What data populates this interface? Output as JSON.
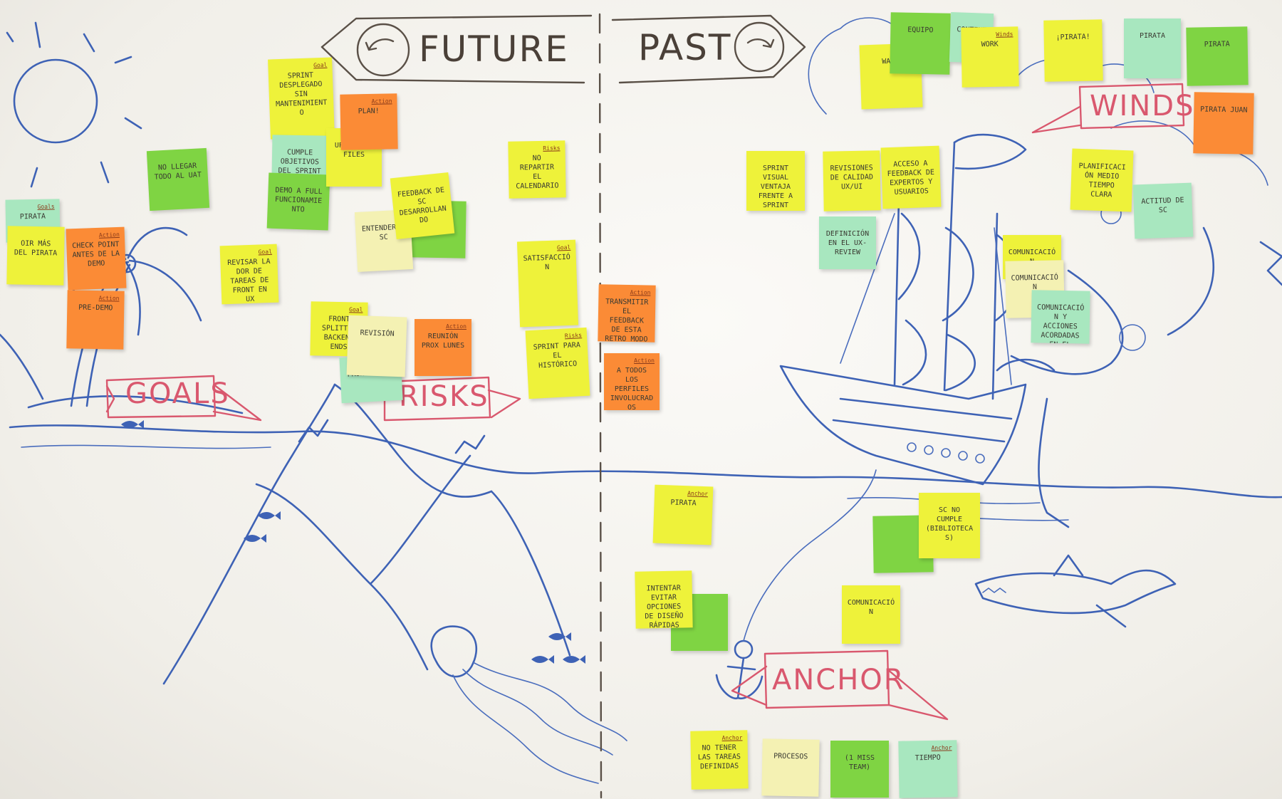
{
  "sections": {
    "future": "FUTURE",
    "past": "PAST",
    "goals": "GOALS",
    "risks": "RISKS",
    "winds": "WINDS",
    "anchor": "ANCHOR"
  },
  "colors": {
    "yellow": "#eef23a",
    "orange": "#fb8b36",
    "green": "#7fd443",
    "mint": "#a8e7bf",
    "pale": "#f4f1b3",
    "ink": "#3e62b5",
    "marker": "#d9586e"
  },
  "notes": [
    {
      "color": "mint",
      "tag": "Goals",
      "text": "Pirata"
    },
    {
      "color": "yellow",
      "tag": "",
      "text": "Oir más del pirata"
    },
    {
      "color": "orange",
      "tag": "Action",
      "text": "Check point antes de la demo"
    },
    {
      "color": "orange",
      "tag": "Action",
      "text": "Pre-Demo"
    },
    {
      "color": "green",
      "tag": "",
      "text": "No llegar todo al UAT"
    },
    {
      "color": "yellow",
      "tag": "Goal",
      "text": "Revisar la DoR de tareas de front en UX"
    },
    {
      "color": "yellow",
      "tag": "Goal",
      "text": "Sprint desplegado sin mantenimiento"
    },
    {
      "color": "mint",
      "tag": "",
      "text": "Cumple objetivos del Sprint"
    },
    {
      "color": "green",
      "tag": "",
      "text": "Demo a full funcionamiento"
    },
    {
      "color": "yellow",
      "tag": "",
      "text": "Uploading files"
    },
    {
      "color": "orange",
      "tag": "Action",
      "text": "Plan!"
    },
    {
      "color": "green",
      "tag": "",
      "text": ""
    },
    {
      "color": "pale",
      "tag": "",
      "text": "Entender a SC"
    },
    {
      "color": "yellow",
      "tag": "",
      "text": "Feedback de SC desarrollando"
    },
    {
      "color": "yellow",
      "tag": "Risks",
      "text": "No repartir el calendario"
    },
    {
      "color": "yellow",
      "tag": "Goal",
      "text": "Front splitted backend ends"
    },
    {
      "color": "mint",
      "tag": "",
      "text": "Front clear"
    },
    {
      "color": "pale",
      "tag": "",
      "text": "Revisión"
    },
    {
      "color": "orange",
      "tag": "Action",
      "text": "Reunión prox lunes"
    },
    {
      "color": "yellow",
      "tag": "Goal",
      "text": "Satisfacción"
    },
    {
      "color": "yellow",
      "tag": "Risks",
      "text": "Sprint para el histórico"
    },
    {
      "color": "orange",
      "tag": "Action",
      "text": "Transmitir el feedback de esta retro modo caza"
    },
    {
      "color": "orange",
      "tag": "Action",
      "text": "A todos los perfiles involucrados"
    },
    {
      "color": "yellow",
      "tag": "",
      "text": "Wall"
    },
    {
      "color": "green",
      "tag": "",
      "text": "Equipo"
    },
    {
      "color": "mint",
      "tag": "",
      "text": "Contento"
    },
    {
      "color": "yellow",
      "tag": "Winds",
      "text": "Work"
    },
    {
      "color": "yellow",
      "tag": "",
      "text": "¡Pirata!"
    },
    {
      "color": "mint",
      "tag": "",
      "text": "Pirata"
    },
    {
      "color": "green",
      "tag": "",
      "text": "Pirata"
    },
    {
      "color": "orange",
      "tag": "",
      "text": "Pirata Juan"
    },
    {
      "color": "yellow",
      "tag": "",
      "text": "Sprint visual ventaja frente a sprint actual"
    },
    {
      "color": "yellow",
      "tag": "",
      "text": "Revisiones de calidad UX/UI"
    },
    {
      "color": "yellow",
      "tag": "",
      "text": "Acceso a feedback de expertos y usuarios"
    },
    {
      "color": "mint",
      "tag": "",
      "text": "Definición en el UX-Review"
    },
    {
      "color": "yellow",
      "tag": "",
      "text": "Planificación medio tiempo clara"
    },
    {
      "color": "mint",
      "tag": "",
      "text": "Actitud de SC"
    },
    {
      "color": "yellow",
      "tag": "",
      "text": "Comunicación"
    },
    {
      "color": "pale",
      "tag": "",
      "text": "Comunicación"
    },
    {
      "color": "mint",
      "tag": "",
      "text": "Comunicación y acciones acordadas en el equipo"
    },
    {
      "color": "yellow",
      "tag": "Anchor",
      "text": "Pirata"
    },
    {
      "color": "green",
      "tag": "",
      "text": ""
    },
    {
      "color": "yellow",
      "tag": "",
      "text": "Intentar evitar opciones de diseño rápidas"
    },
    {
      "color": "green",
      "tag": "",
      "text": ""
    },
    {
      "color": "yellow",
      "tag": "",
      "text": "SC no cumple (bibliotecas)"
    },
    {
      "color": "yellow",
      "tag": "",
      "text": "Comunicación"
    },
    {
      "color": "yellow",
      "tag": "Anchor",
      "text": "No tener las tareas definidas"
    },
    {
      "color": "pale",
      "tag": "",
      "text": "Procesos"
    },
    {
      "color": "green",
      "tag": "",
      "text": "(1 miss team)"
    },
    {
      "color": "mint",
      "tag": "Anchor",
      "text": "Tiempo"
    }
  ]
}
